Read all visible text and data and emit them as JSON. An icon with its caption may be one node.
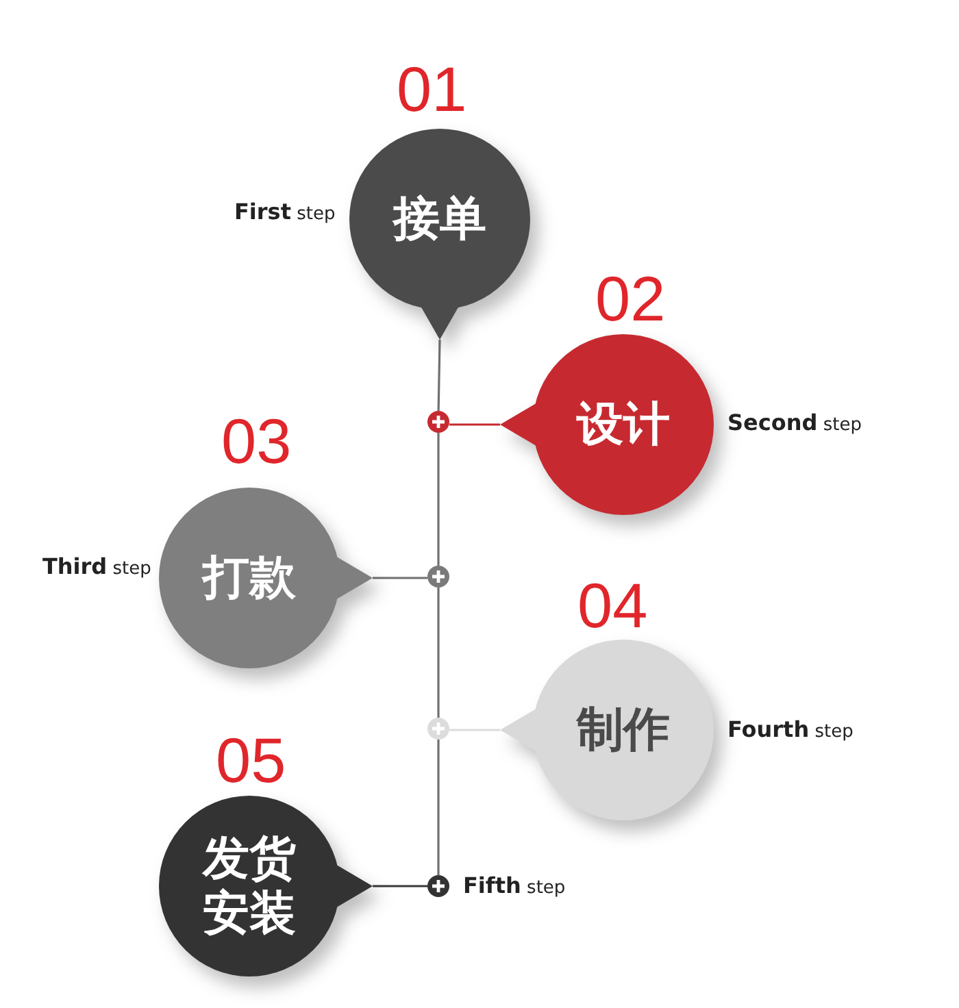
{
  "diagram": {
    "nodes": [
      {
        "text": [
          "接单"
        ],
        "beside": [
          "01",
          "**First** step"
        ]
      },
      {
        "text": [
          "设计"
        ],
        "beside": [
          "02",
          "**Second** step"
        ]
      },
      {
        "text": [],
        "shape": "circle"
      },
      {
        "text": [
          "打款"
        ],
        "beside": [
          "03",
          "**Third** step"
        ]
      },
      {
        "text": [],
        "shape": "circle"
      },
      {
        "text": [
          "制作"
        ],
        "beside": [
          "04",
          "**Fourth** step"
        ]
      },
      {
        "text": [],
        "shape": "circle"
      },
      {
        "text": [
          "发货安装"
        ],
        "beside": [
          "05"
        ]
      },
      {
        "text": [],
        "shape": "circle",
        "beside": [
          "**Fifth** step"
        ]
      }
    ],
    "edges": [
      {
        "from": 0,
        "to": 2,
        "arrow": "none"
      },
      {
        "from": 1,
        "to": 2,
        "arrow": "none",
        "color": "#c62a30"
      },
      {
        "from": 2,
        "to": 4,
        "arrow": "none"
      },
      {
        "from": 3,
        "to": 4,
        "arrow": "none"
      },
      {
        "from": 4,
        "to": 6,
        "arrow": "none"
      },
      {
        "from": 5,
        "to": 6,
        "arrow": "none",
        "color": "#dcdcdc"
      },
      {
        "from": 6,
        "to": 8,
        "arrow": "none"
      },
      {
        "from": 7,
        "to": 8,
        "arrow": "none",
        "color": "#3a3a3a"
      }
    ]
  }
}
